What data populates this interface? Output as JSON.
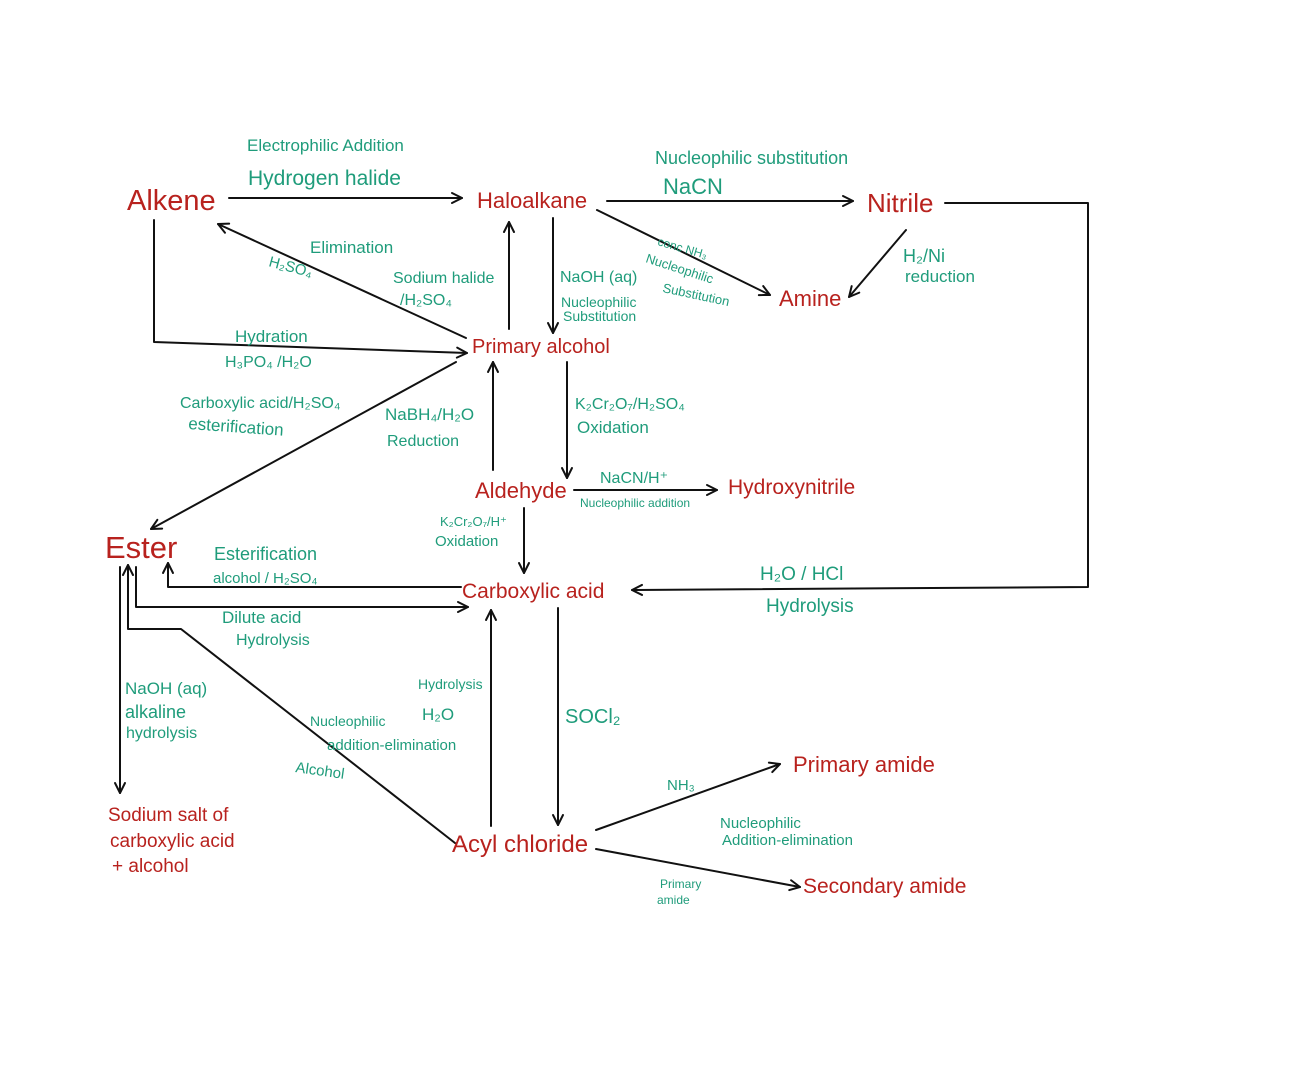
{
  "colors": {
    "compound": "#b8221e",
    "condition": "#1f9c7b",
    "arrow": "#111111",
    "background": "#ffffff"
  },
  "compounds": {
    "alkene": "Alkene",
    "haloalkane": "Haloalkane",
    "nitrile": "Nitrile",
    "amine": "Amine",
    "primary_alcohol": "Primary alcohol",
    "aldehyde": "Aldehyde",
    "hydroxynitrile": "Hydroxynitrile",
    "ester": "Ester",
    "carboxylic_acid": "Carboxylic acid",
    "sodium_salt": [
      "Sodium salt of",
      "carboxylic acid",
      "+ alcohol"
    ],
    "acyl_chloride": "Acyl chloride",
    "primary_amide": "Primary amide",
    "secondary_amide": "Secondary amide"
  },
  "reactions": {
    "alkene_to_haloalkane": [
      "Electrophilic Addition",
      "Hydrogen halide"
    ],
    "haloalkane_to_nitrile": [
      "Nucleophilic substitution",
      "NaCN"
    ],
    "nitrile_to_carboxylic_acid": [
      "H₂O / HCl",
      "Hydrolysis"
    ],
    "nitrile_to_amine": [
      "H₂/Ni",
      "reduction"
    ],
    "haloalkane_to_amine": [
      "conc NH₃",
      "Nucleophilic",
      "Substitution"
    ],
    "alcohol_to_alkene": [
      "Elimination",
      "H₂SO₄"
    ],
    "alcohol_to_haloalkane": [
      "Sodium halide",
      "/H₂SO₄"
    ],
    "haloalkane_to_alcohol": [
      "NaOH (aq)",
      "Nucleophilic",
      "Substitution"
    ],
    "alkene_to_alcohol": [
      "Hydration",
      "H₃PO₄ /H₂O"
    ],
    "alcohol_to_ester": [
      "Carboxylic acid/H₂SO₄",
      "esterification"
    ],
    "aldehyde_to_alcohol": [
      "NaBH₄/H₂O",
      "Reduction"
    ],
    "alcohol_to_aldehyde": [
      "K₂Cr₂O₇/H₂SO₄",
      "Oxidation"
    ],
    "aldehyde_to_hydroxynitrile": [
      "NaCN/H⁺",
      "Nucleophilic addition"
    ],
    "aldehyde_to_carboxylic_acid": [
      "K₂Cr₂O₇/H⁺",
      "Oxidation"
    ],
    "carboxylic_acid_to_ester": [
      "Esterification",
      "alcohol / H₂SO₄"
    ],
    "ester_to_carboxylic_acid": [
      "Dilute acid",
      "Hydrolysis"
    ],
    "ester_to_sodium_salt": [
      "NaOH (aq)",
      "alkaline",
      "hydrolysis"
    ],
    "acyl_chloride_to_carboxylic_acid": [
      "Hydrolysis",
      "H₂O"
    ],
    "acyl_chloride_mechanism": [
      "Nucleophilic",
      "addition-elimination"
    ],
    "acyl_chloride_to_ester": [
      "Alcohol"
    ],
    "carboxylic_acid_to_acyl_chloride": [
      "SOCl₂"
    ],
    "acyl_chloride_to_primary_amide": [
      "NH₃"
    ],
    "acyl_chloride_to_amides_mechanism": [
      "Nucleophilic",
      "Addition-elimination"
    ],
    "acyl_chloride_to_secondary_amide": [
      "Primary",
      "amide"
    ]
  }
}
